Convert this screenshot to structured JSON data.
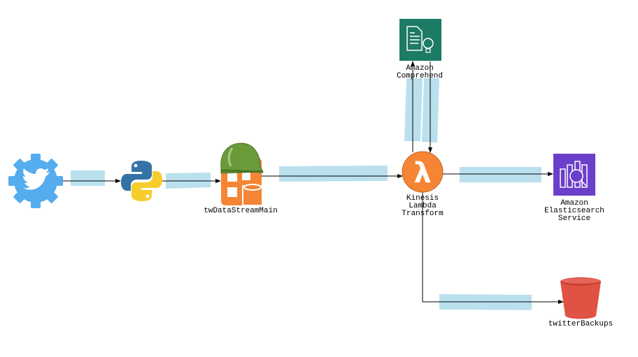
{
  "nodes": {
    "twitter": {
      "icon": "twitter-gear-icon"
    },
    "python": {
      "icon": "python-icon"
    },
    "kinesis": {
      "label": "twDataStreamMain",
      "icon": "kinesis-stream-icon"
    },
    "lambda": {
      "label_lines": [
        "Kinesis",
        "Lambda",
        "Transform"
      ],
      "icon": "lambda-icon"
    },
    "comprehend": {
      "label_lines": [
        "Amazon",
        "Comprehend"
      ],
      "icon": "comprehend-icon"
    },
    "elasticsearch": {
      "label_lines": [
        "Amazon",
        "Elasticsearch",
        "Service"
      ],
      "icon": "elasticsearch-icon"
    },
    "s3": {
      "label": "twitterBackups",
      "icon": "s3-bucket-icon"
    }
  },
  "colors": {
    "twitter": "#55acee",
    "kinesis": "#f58534",
    "helmet": "#6b9a3a",
    "lambda": "#f58534",
    "comprehend": "#1d7a64",
    "elasticsearch": "#6b3fc9",
    "s3": "#e05243",
    "highlight": "#a9d8e8"
  }
}
